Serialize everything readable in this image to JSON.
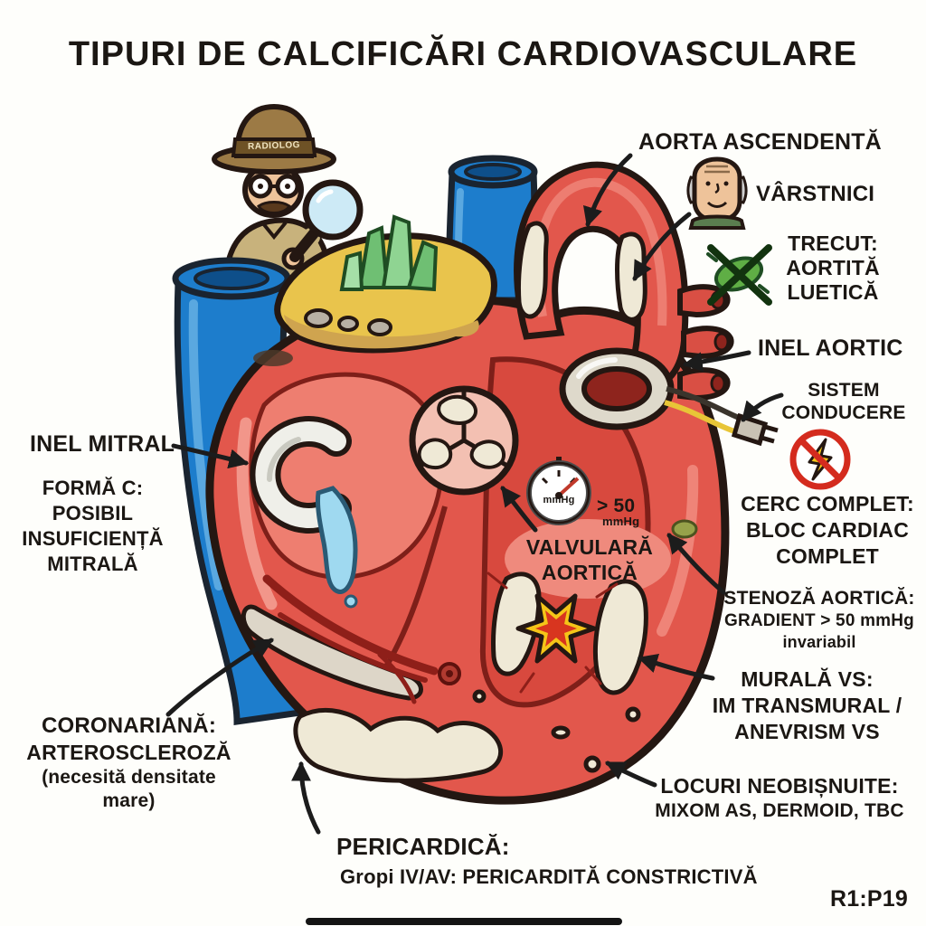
{
  "title": "TIPURI DE CALCIFICĂRI CARDIOVASCULARE",
  "page_ref": "R1:P19",
  "character": {
    "hat_label": "RADIOLOG"
  },
  "gauge": {
    "dial_unit": "mmHg",
    "reading": "> 50",
    "reading_unit": "mmHg"
  },
  "annotations": {
    "aorta_ascendenta": {
      "label": "AORTA ASCENDENTĂ"
    },
    "varstnici": {
      "label": "VÂRSTNICI",
      "icon": "elderly-man-icon"
    },
    "aortita_luetica": {
      "lines": [
        "TRECUT:",
        "AORTITĂ",
        "LUETICĂ"
      ],
      "icon": "crossed-bacteria-icon"
    },
    "inel_aortic": {
      "label": "INEL AORTIC"
    },
    "sistem_conducere": {
      "lines": [
        "SISTEM",
        "CONDUCERE"
      ],
      "icon": "crossed-bolt-icon"
    },
    "bloc_cardiac": {
      "lines": [
        "CERC COMPLET:",
        "BLOC CARDIAC",
        "COMPLET"
      ]
    },
    "stenoza_aortica": {
      "lines": [
        "STENOZĂ AORTICĂ:",
        "GRADIENT > 50 mmHg",
        "invariabil"
      ]
    },
    "murala_vs": {
      "lines": [
        "MURALĂ VS:",
        "IM TRANSMURAL /",
        "ANEVRISM VS"
      ]
    },
    "locuri_neobisnuite": {
      "lines": [
        "LOCURI NEOBIȘNUITE:",
        "MIXOM AS, DERMOID, TBC"
      ]
    },
    "inel_mitral": {
      "label": "INEL MITRAL"
    },
    "forma_c": {
      "lines": [
        "FORMĂ C:",
        "POSIBIL",
        "INSUFICIENȚĂ",
        "MITRALĂ"
      ]
    },
    "coronariana": {
      "lines": [
        "CORONARIANĂ:",
        "ARTEROSCLEROZĂ",
        "(necesită densitate",
        "mare)"
      ]
    },
    "pericardica": {
      "title": "PERICARDICĂ:",
      "detail": "Gropi IV/AV: PERICARDITĂ CONSTRICTIVĂ"
    },
    "valvulara_aortica": {
      "lines": [
        "VALVULARĂ",
        "AORTICĂ"
      ]
    }
  },
  "colors": {
    "heart_red": "#e2574c",
    "chamber_dark_red": "#d8493e",
    "outline_ink": "#241712",
    "vessel_blue": "#1d7dcc",
    "sand_yellow": "#e9c44c",
    "crystal_green": "#6fbf73",
    "calcification_white": "#efe9d6",
    "jet_blue": "#9fd9f0",
    "alert_red": "#d42b1e",
    "bolt_yellow": "#f5c518"
  }
}
